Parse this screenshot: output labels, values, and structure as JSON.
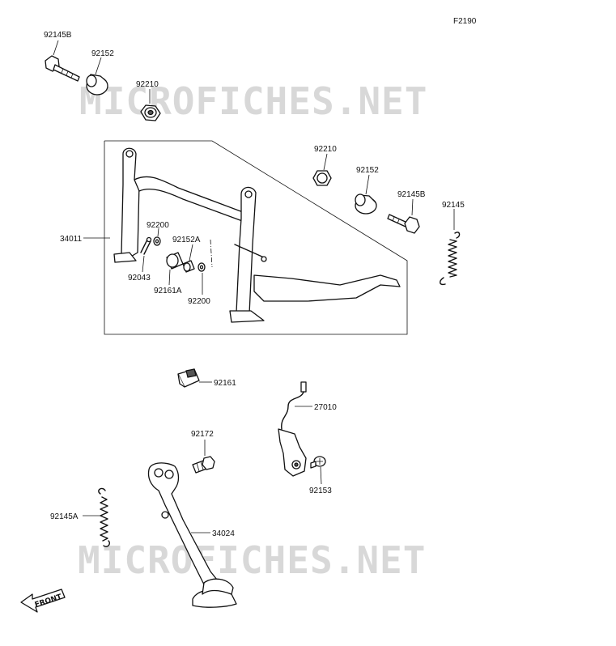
{
  "figure_id": "F2190",
  "watermark": "MICROFICHES.NET",
  "front_label": "FRONT",
  "labels": {
    "b92145B_top": "92145B",
    "b92152_top": "92152",
    "b92210_top": "92210",
    "b92210_right": "92210",
    "b92152_right": "92152",
    "b92145B_right": "92145B",
    "b92145": "92145",
    "b34011": "34011",
    "b92200_a": "92200",
    "b92152A": "92152A",
    "b92043": "92043",
    "b92161A": "92161A",
    "b92200_b": "92200",
    "b92161": "92161",
    "b27010": "27010",
    "b92172": "92172",
    "b92153": "92153",
    "b92145A": "92145A",
    "b34024": "34024"
  }
}
